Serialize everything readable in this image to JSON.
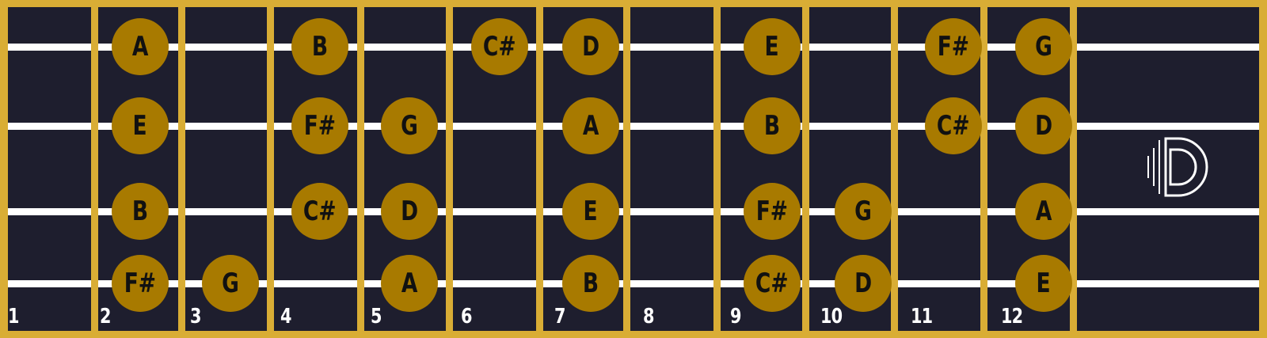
{
  "colors": {
    "frame": "#d9ad35",
    "board": "#1e1e2e",
    "string": "#ffffff",
    "note_fill": "#a87a00",
    "note_text": "#111111",
    "fret_number": "#ffffff"
  },
  "fret_numbers": [
    "1",
    "2",
    "3",
    "4",
    "5",
    "6",
    "7",
    "8",
    "9",
    "10",
    "11",
    "12"
  ],
  "strings": [
    {
      "notes": [
        {
          "fret": 2,
          "label": "A"
        },
        {
          "fret": 4,
          "label": "B"
        },
        {
          "fret": 6,
          "label": "C#"
        },
        {
          "fret": 7,
          "label": "D"
        },
        {
          "fret": 9,
          "label": "E"
        },
        {
          "fret": 11,
          "label": "F#"
        },
        {
          "fret": 12,
          "label": "G"
        }
      ]
    },
    {
      "notes": [
        {
          "fret": 2,
          "label": "E"
        },
        {
          "fret": 4,
          "label": "F#"
        },
        {
          "fret": 5,
          "label": "G"
        },
        {
          "fret": 7,
          "label": "A"
        },
        {
          "fret": 9,
          "label": "B"
        },
        {
          "fret": 11,
          "label": "C#"
        },
        {
          "fret": 12,
          "label": "D"
        }
      ]
    },
    {
      "notes": [
        {
          "fret": 2,
          "label": "B"
        },
        {
          "fret": 4,
          "label": "C#"
        },
        {
          "fret": 5,
          "label": "D"
        },
        {
          "fret": 7,
          "label": "E"
        },
        {
          "fret": 9,
          "label": "F#"
        },
        {
          "fret": 10,
          "label": "G"
        },
        {
          "fret": 12,
          "label": "A"
        }
      ]
    },
    {
      "notes": [
        {
          "fret": 2,
          "label": "F#"
        },
        {
          "fret": 3,
          "label": "G"
        },
        {
          "fret": 5,
          "label": "A"
        },
        {
          "fret": 7,
          "label": "B"
        },
        {
          "fret": 9,
          "label": "C#"
        },
        {
          "fret": 10,
          "label": "D"
        },
        {
          "fret": 12,
          "label": "E"
        }
      ]
    }
  ],
  "logo_icon": "d-sound-logo-icon"
}
